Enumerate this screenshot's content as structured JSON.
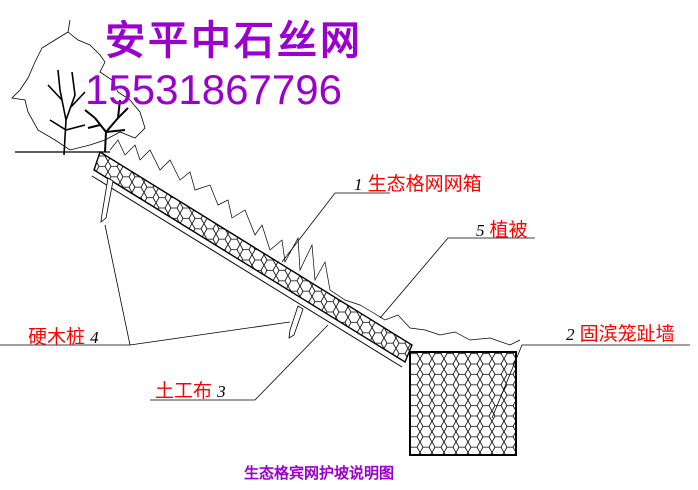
{
  "header": {
    "brand": "安平中石丝网",
    "phone": "15531867796"
  },
  "labels": [
    {
      "num": "1",
      "text": "生态格网网箱"
    },
    {
      "num": "5",
      "text": "植被"
    },
    {
      "num": "2",
      "text": "固滨笼趾墙"
    },
    {
      "num": "4",
      "text": "硬木桩"
    },
    {
      "num": "3",
      "text": "土工布"
    }
  ],
  "caption": "生态格宾网护坡说明图",
  "colors": {
    "brand": "#9900cc",
    "label": "#ff0000",
    "line": "#000000"
  }
}
